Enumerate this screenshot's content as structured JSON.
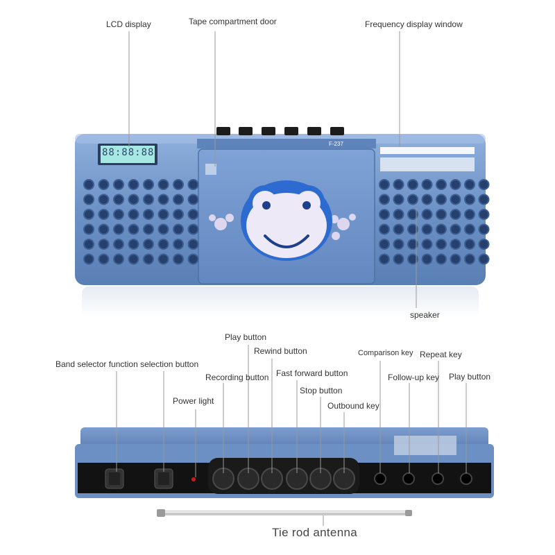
{
  "top_labels": {
    "lcd": "LCD display",
    "tape_door": "Tape compartment door",
    "freq_window": "Frequency display window",
    "speaker": "speaker"
  },
  "bottom_labels": {
    "band_selector": "Band selector function selection button",
    "power_light": "Power light",
    "recording": "Recording button",
    "play": "Play button",
    "rewind": "Rewind button",
    "fast_forward": "Fast forward button",
    "stop": "Stop button",
    "outbound": "Outbound key",
    "comparison": "Comparison key",
    "follow_up": "Follow-up key",
    "repeat": "Repeat key",
    "play2": "Play button",
    "antenna": "Tie rod antenna"
  },
  "device": {
    "lcd_time": "88:88:88",
    "model": "F-237",
    "body_color": "#6f95c7",
    "body_dark": "#4f74a8",
    "face_color": "#2f6bd0"
  }
}
